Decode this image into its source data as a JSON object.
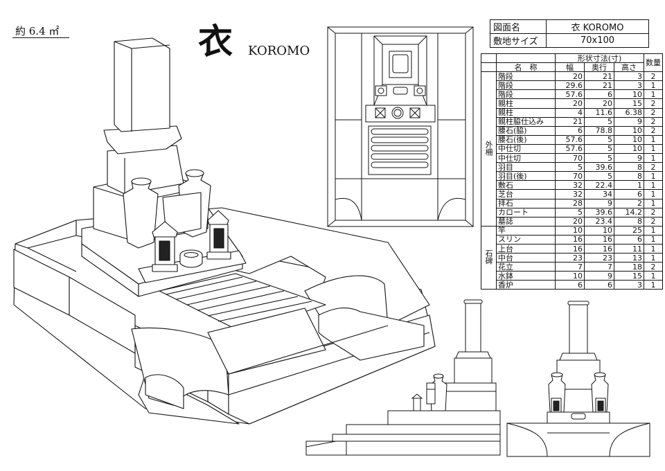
{
  "area_label": "約 6.4 ㎡",
  "title": {
    "kanji": "衣",
    "roman": "KOROMO"
  },
  "header_table": {
    "rows": [
      {
        "key": "図面名",
        "value": "衣  KOROMO"
      },
      {
        "key": "敷地サイズ",
        "value": "70x100"
      }
    ]
  },
  "spec_table": {
    "group_header": "形状寸法(寸)",
    "name_header": "名　称",
    "col_width": "幅",
    "col_depth": "奥行",
    "col_height": "高さ",
    "col_qty": "数量",
    "groups": [
      {
        "label": "外柵",
        "rows": [
          {
            "name": "階段",
            "w": "20",
            "d": "21",
            "h": "3",
            "q": "2"
          },
          {
            "name": "階段",
            "w": "29.6",
            "d": "21",
            "h": "3",
            "q": "1"
          },
          {
            "name": "階段",
            "w": "57.6",
            "d": "6",
            "h": "10",
            "q": "1"
          },
          {
            "name": "親柱",
            "w": "20",
            "d": "20",
            "h": "15",
            "q": "2"
          },
          {
            "name": "親柱",
            "w": "4",
            "d": "11.6",
            "h": "6.38",
            "q": "2"
          },
          {
            "name": "親柱脇仕込み",
            "w": "21",
            "d": "5",
            "h": "9",
            "q": "2"
          },
          {
            "name": "腰石(脇)",
            "w": "6",
            "d": "78.8",
            "h": "10",
            "q": "2"
          },
          {
            "name": "腰石(後)",
            "w": "57.6",
            "d": "5",
            "h": "10",
            "q": "1"
          },
          {
            "name": "中仕切",
            "w": "57.6",
            "d": "5",
            "h": "10",
            "q": "1"
          },
          {
            "name": "中仕切",
            "w": "70",
            "d": "5",
            "h": "9",
            "q": "1"
          },
          {
            "name": "羽目",
            "w": "5",
            "d": "39.6",
            "h": "8",
            "q": "2"
          },
          {
            "name": "羽目(後)",
            "w": "70",
            "d": "5",
            "h": "8",
            "q": "1"
          },
          {
            "name": "敷石",
            "w": "32",
            "d": "22.4",
            "h": "1",
            "q": "1"
          },
          {
            "name": "芝台",
            "w": "32",
            "d": "34",
            "h": "6",
            "q": "1"
          },
          {
            "name": "拝石",
            "w": "28",
            "d": "9",
            "h": "2",
            "q": "1"
          },
          {
            "name": "カロート",
            "w": "5",
            "d": "39.6",
            "h": "14.2",
            "q": "2"
          },
          {
            "name": "墓誌",
            "w": "20",
            "d": "23.4",
            "h": "8",
            "q": "2"
          }
        ]
      },
      {
        "label": "石碑",
        "rows": [
          {
            "name": "竿",
            "w": "10",
            "d": "10",
            "h": "25",
            "q": "1"
          },
          {
            "name": "スリン",
            "w": "16",
            "d": "16",
            "h": "6",
            "q": "1"
          },
          {
            "name": "上台",
            "w": "16",
            "d": "16",
            "h": "11",
            "q": "1"
          },
          {
            "name": "中台",
            "w": "23",
            "d": "23",
            "h": "13",
            "q": "1"
          },
          {
            "name": "花立",
            "w": "7",
            "d": "7",
            "h": "18",
            "q": "2"
          },
          {
            "name": "水鉢",
            "w": "10",
            "d": "9",
            "h": "15",
            "q": "1"
          },
          {
            "name": "香炉",
            "w": "6",
            "d": "6",
            "h": "3",
            "q": "1"
          }
        ]
      }
    ]
  }
}
